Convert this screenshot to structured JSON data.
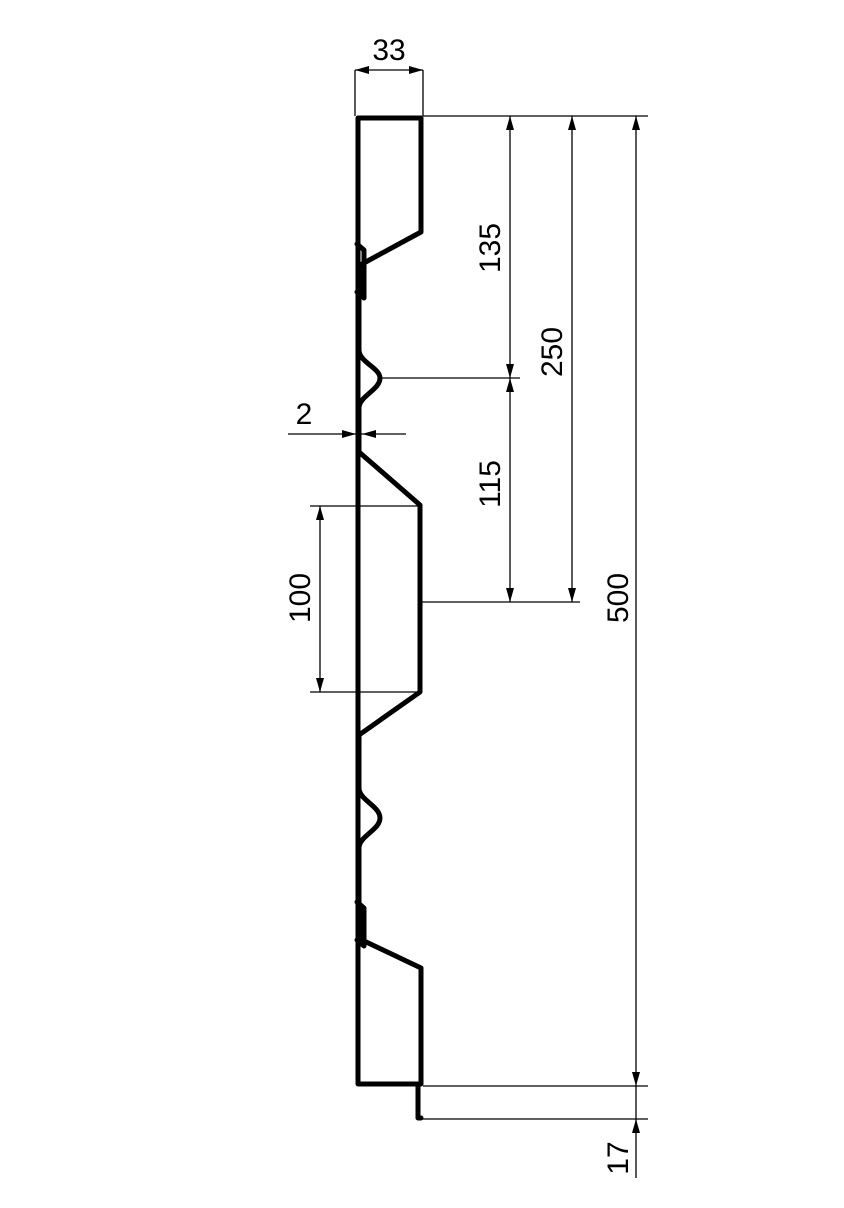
{
  "colors": {
    "line": "#000000",
    "background": "#ffffff"
  },
  "dimensions": {
    "top_width": "33",
    "thickness": "2",
    "flat_height": "100",
    "first_pitch": "135",
    "second_pitch": "115",
    "module": "250",
    "total_height": "500",
    "overlap": "17"
  }
}
